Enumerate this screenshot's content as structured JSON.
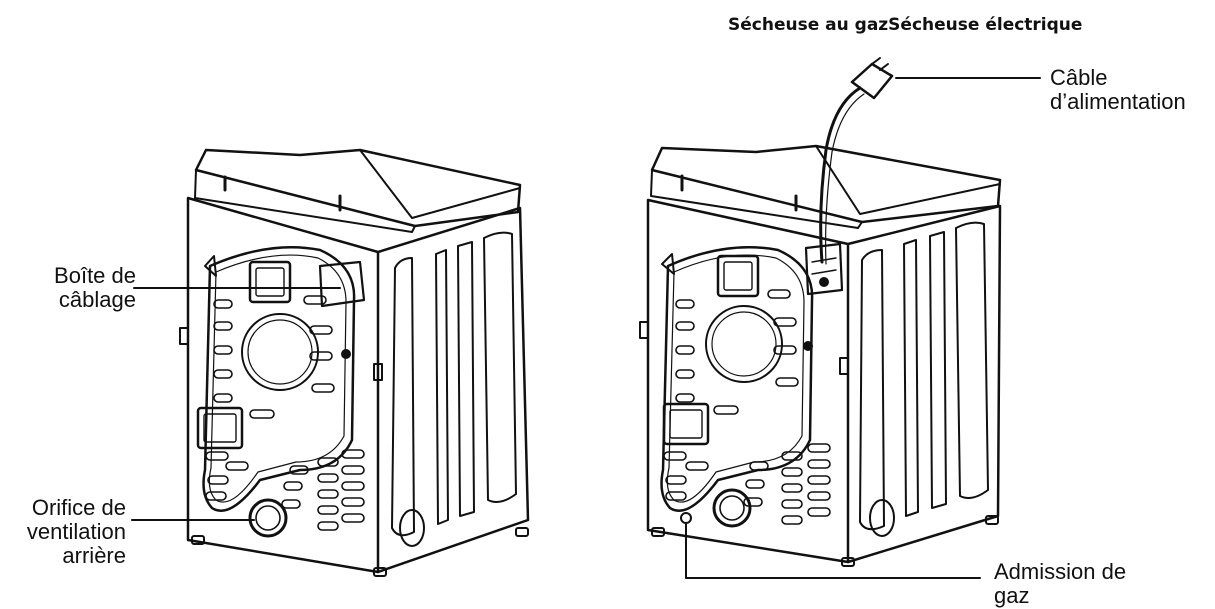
{
  "title": "Sécheuse au gazSécheuse électrique",
  "callouts": {
    "wiring_box": [
      "Boîte de",
      "câblage"
    ],
    "rear_vent": [
      "Orifice de",
      "ventilation",
      "arrière"
    ],
    "power_cord": [
      "Câble",
      "d’alimentation"
    ],
    "gas_inlet": [
      "Admission de",
      "gaz"
    ]
  },
  "icons": [
    "gas-dryer-rear-icon",
    "electric-dryer-rear-icon"
  ]
}
